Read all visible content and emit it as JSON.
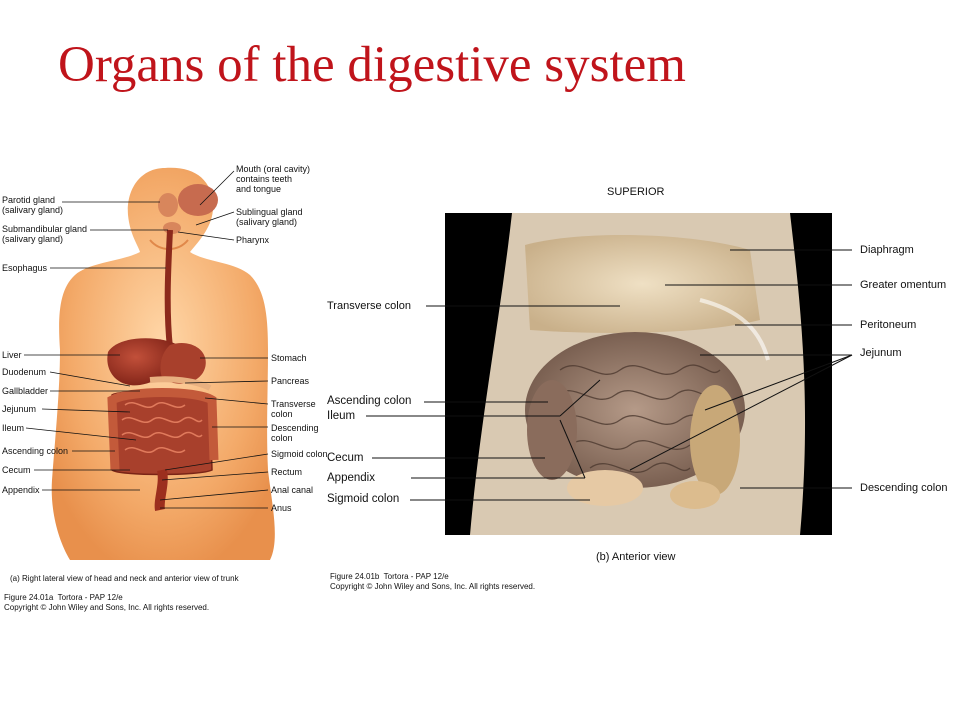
{
  "title": "Organs of the digestive system",
  "figA": {
    "labels_left": {
      "parotid": "Parotid gland\n(salivary gland)",
      "submandibular": "Submandibular gland\n(salivary gland)",
      "esophagus": "Esophagus",
      "liver": "Liver",
      "duodenum": "Duodenum",
      "gallbladder": "Gallbladder",
      "jejunum": "Jejunum",
      "ileum": "Ileum",
      "ascending": "Ascending colon",
      "cecum": "Cecum",
      "appendix": "Appendix"
    },
    "labels_right": {
      "mouth": "Mouth (oral cavity)\ncontains teeth\nand tongue",
      "sublingual": "Sublingual gland\n(salivary gland)",
      "pharynx": "Pharynx",
      "stomach": "Stomach",
      "pancreas": "Pancreas",
      "transverse": "Transverse\ncolon",
      "descending": "Descending\ncolon",
      "sigmoid": "Sigmoid colon",
      "rectum": "Rectum",
      "anal": "Anal canal",
      "anus": "Anus"
    },
    "caption": "(a) Right lateral view of head and neck and anterior view of trunk",
    "figure_ref": "Figure 24.01a  Tortora - PAP 12/e",
    "copyright": "Copyright © John Wiley and Sons, Inc. All rights reserved."
  },
  "figB": {
    "superior": "SUPERIOR",
    "labels_left": {
      "transverse": "Transverse colon",
      "ascending": "Ascending colon",
      "ileum": "Ileum",
      "cecum": "Cecum",
      "appendix": "Appendix",
      "sigmoid": "Sigmoid colon"
    },
    "labels_right": {
      "diaphragm": "Diaphragm",
      "omentum": "Greater omentum",
      "peritoneum": "Peritoneum",
      "jejunum": "Jejunum",
      "descending": "Descending colon"
    },
    "caption": "(b) Anterior view",
    "figure_ref": "Figure 24.01b  Tortora - PAP 12/e",
    "copyright": "Copyright © John Wiley and Sons, Inc. All rights reserved."
  },
  "colors": {
    "title": "#c0141b",
    "skin": "#f4b27a",
    "organ": "#9e3324",
    "photo_bg": "#000000"
  }
}
